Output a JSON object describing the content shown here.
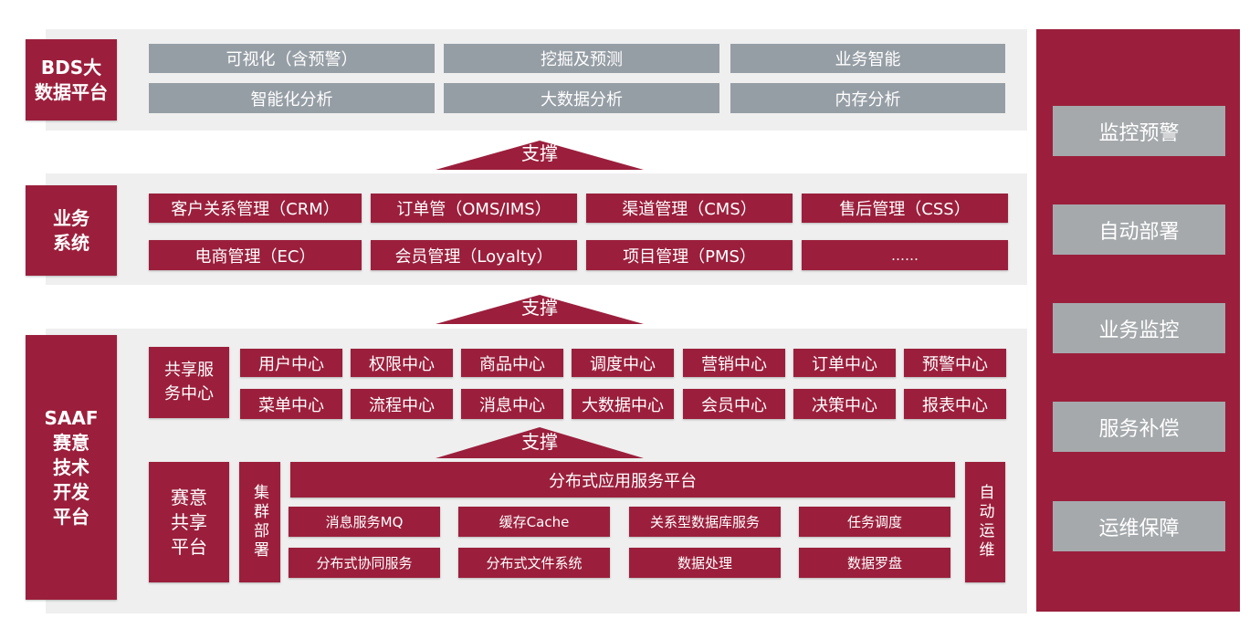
{
  "bds": {
    "label": "BDS大数据平台",
    "items": [
      "可视化（含预警）",
      "挖掘及预测",
      "业务智能",
      "智能化分析",
      "大数据分析",
      "内存分析"
    ]
  },
  "support": "支撑",
  "business": {
    "label": "业务系统",
    "items": [
      "客户关系管理（CRM）",
      "订单管（OMS/IMS）",
      "渠道管理（CMS）",
      "售后管理（CSS）",
      "电商管理（EC）",
      "会员管理（Loyalty）",
      "项目管理（PMS）",
      "……"
    ]
  },
  "saaf": {
    "label": "SAAF赛意技术开发平台",
    "shared_center": "共享服务中心",
    "centers": [
      "用户中心",
      "权限中心",
      "商品中心",
      "调度中心",
      "营销中心",
      "订单中心",
      "预警中心",
      "菜单中心",
      "流程中心",
      "消息中心",
      "大数据中心",
      "会员中心",
      "决策中心",
      "报表中心"
    ],
    "shared_platform": "赛意共享平台",
    "cluster": "集群部署",
    "dist_platform": "分布式应用服务平台",
    "auto_ops": "自动运维",
    "services": [
      "消息服务MQ",
      "缓存Cache",
      "关系型数据库服务",
      "任务调度",
      "分布式协同服务",
      "分布式文件系统",
      "数据处理",
      "数据罗盘"
    ]
  },
  "right": {
    "items": [
      "监控预警",
      "自动部署",
      "业务监控",
      "服务补偿",
      "运维保障"
    ]
  },
  "colors": {
    "brand": "#9b1f3c",
    "gray": "#969ea5",
    "bg": "#efefef"
  }
}
